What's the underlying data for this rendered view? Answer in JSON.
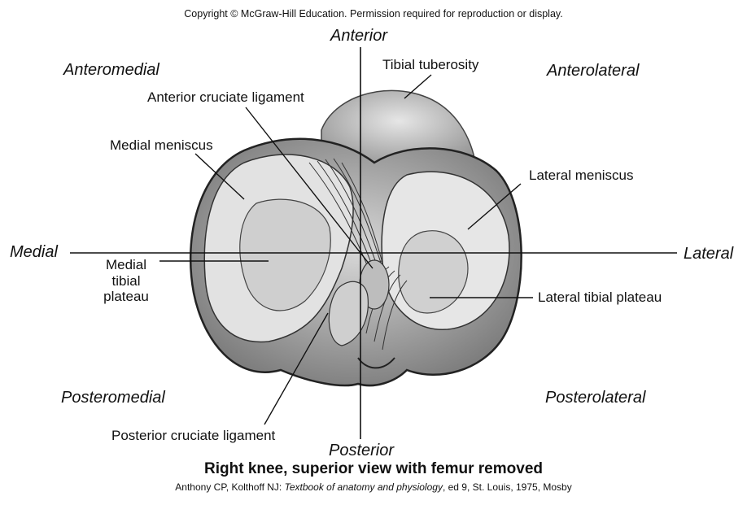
{
  "copyright": "Copyright © McGraw-Hill Education. Permission required for reproduction or display.",
  "directions": {
    "anterior": "Anterior",
    "posterior": "Posterior",
    "medial": "Medial",
    "lateral": "Lateral",
    "anteromedial": "Anteromedial",
    "anterolateral": "Anterolateral",
    "posteromedial": "Posteromedial",
    "posterolateral": "Posterolateral"
  },
  "labels": {
    "tibial_tuberosity": "Tibial tuberosity",
    "anterior_cruciate_ligament": "Anterior cruciate ligament",
    "medial_meniscus": "Medial meniscus",
    "lateral_meniscus": "Lateral meniscus",
    "medial_tibial_plateau": [
      "Medial",
      "tibial",
      "plateau"
    ],
    "lateral_tibial_plateau": "Lateral tibial plateau",
    "posterior_cruciate_ligament": "Posterior cruciate ligament"
  },
  "caption": {
    "title": "Right knee, superior view with femur removed",
    "credit_authors": "Anthony CP, Kolthoff NJ: ",
    "credit_book": "Textbook of anatomy and physiology",
    "credit_rest": ", ed 9, St. Louis, 1975, Mosby"
  }
}
